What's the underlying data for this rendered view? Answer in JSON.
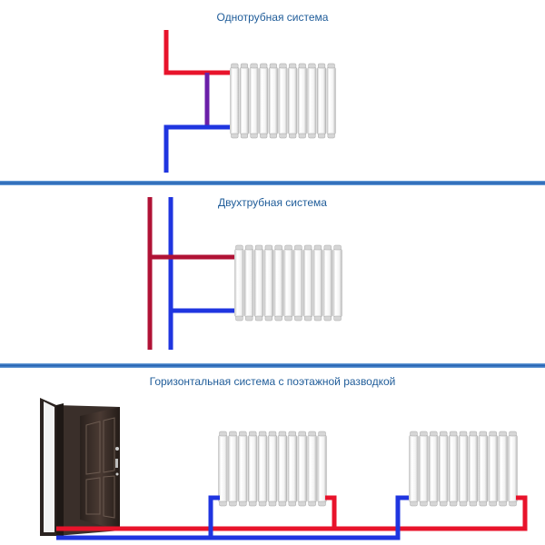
{
  "sections": [
    {
      "title": "Однотрубная система"
    },
    {
      "title": "Двухтрубная система"
    },
    {
      "title": "Горизонтальная система с поэтажной разводкой"
    }
  ],
  "colors": {
    "supply": "#e8132b",
    "return": "#1f35e0",
    "bypass": "#6a1fa8",
    "riser_supply": "#b01235",
    "separator": "#2a6fbf",
    "title": "#1f5c99"
  },
  "icons": [
    "radiator-icon",
    "door-icon"
  ]
}
